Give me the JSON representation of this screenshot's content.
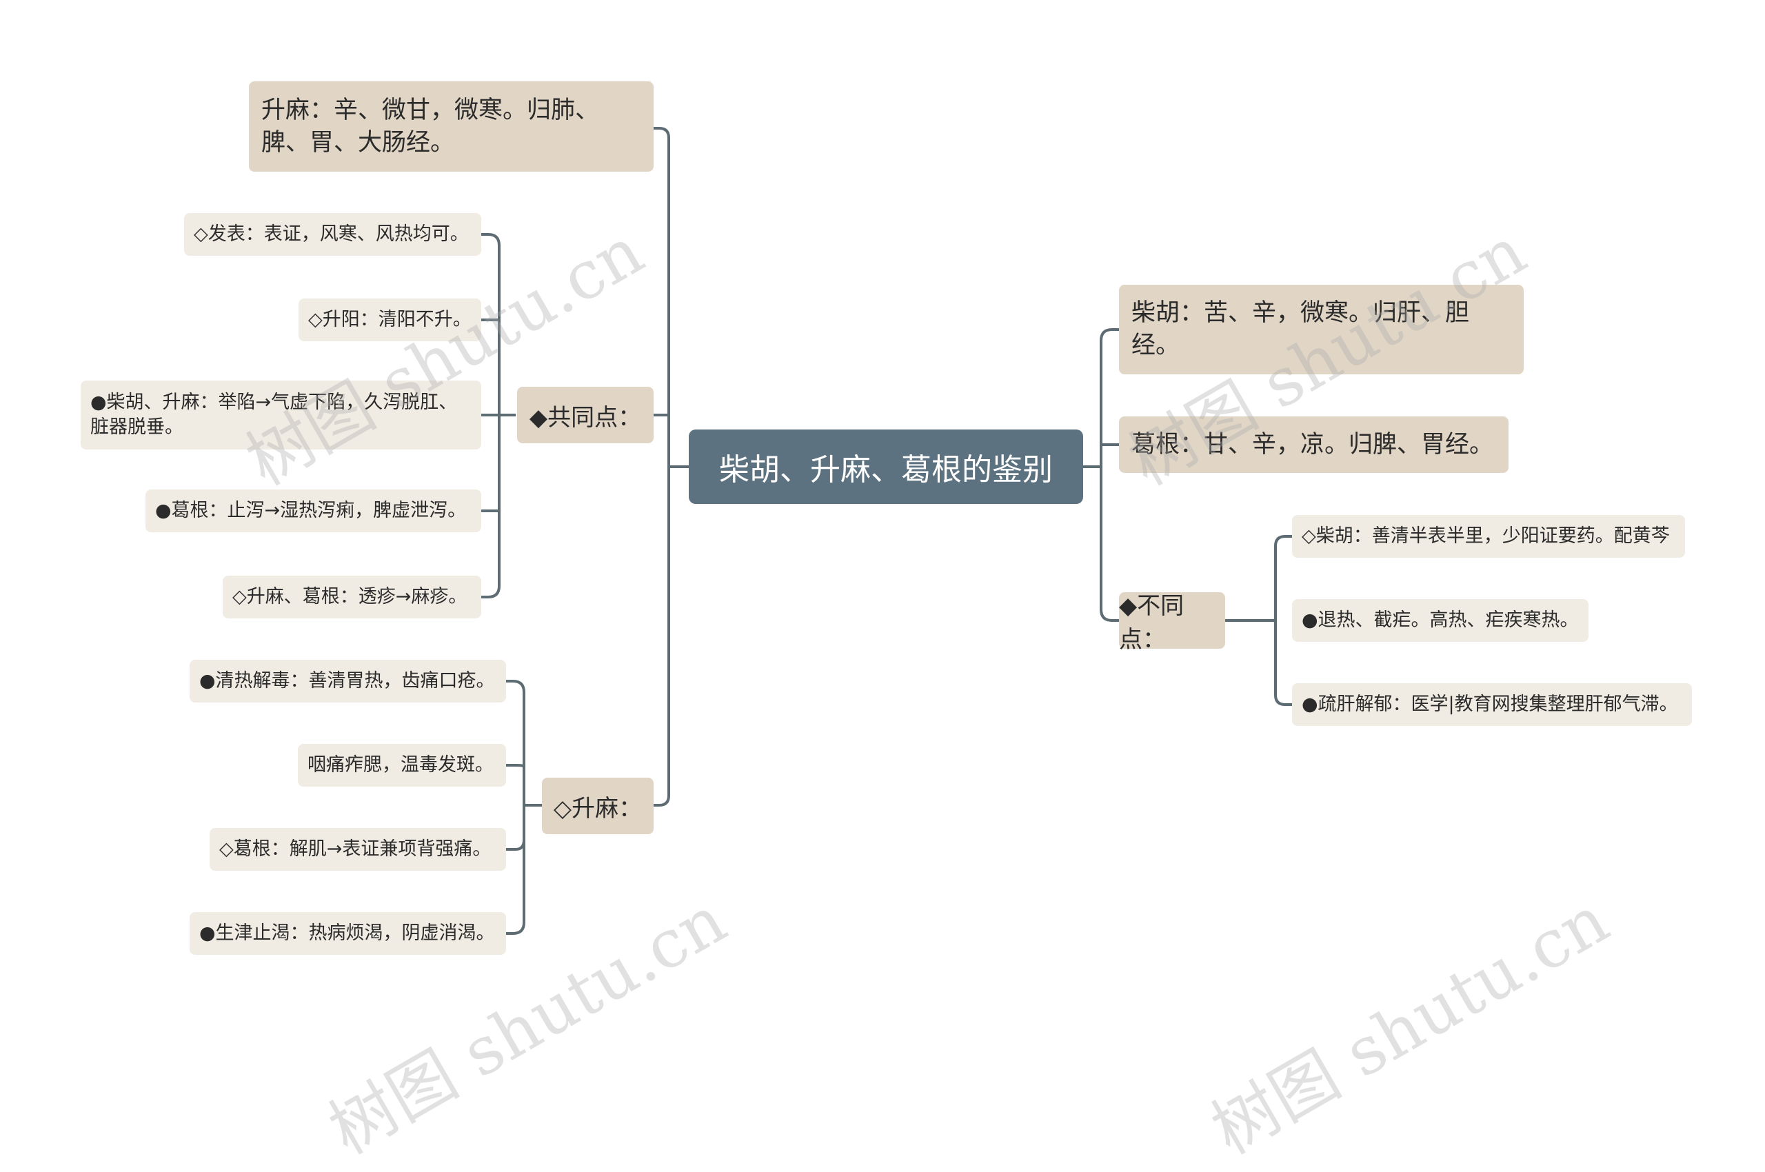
{
  "root": {
    "title": "柴胡、升麻、葛根的鉴别"
  },
  "left": {
    "shengma_prop": "升麻：辛、微甘，微寒。归肺、脾、胃、大肠经。",
    "common": {
      "label": "◆共同点：",
      "items": [
        "◇发表：表证，风寒、风热均可。",
        "◇升阳：清阳不升。",
        "●柴胡、升麻：举陷→气虚下陷，久泻脱肛、脏器脱垂。",
        "●葛根：止泻→湿热泻痢，脾虚泄泻。",
        "◇升麻、葛根：透疹→麻疹。"
      ]
    },
    "shengma": {
      "label": "◇升麻：",
      "items": [
        "●清热解毒：善清胃热，齿痛口疮。",
        "咽痛痄腮，温毒发斑。",
        "◇葛根：解肌→表证兼项背强痛。",
        "●生津止渴：热病烦渴，阴虚消渴。"
      ]
    }
  },
  "right": {
    "chaihu_prop": "柴胡：苦、辛，微寒。归肝、胆经。",
    "gegen_prop": "葛根：甘、辛，凉。归脾、胃经。",
    "diff": {
      "label": "◆不同点：",
      "items": [
        "◇柴胡：善清半表半里，少阳证要药。配黄芩",
        "●退热、截疟。高热、疟疾寒热。",
        "●疏肝解郁：医学|教育网搜集整理肝郁气滞。"
      ]
    }
  },
  "watermark": "树图 shutu.cn",
  "colors": {
    "root_bg": "#5d7281",
    "branch_bg": "#e1d6c6",
    "leaf_bg": "#f1ece3",
    "line": "#5d6b73"
  }
}
